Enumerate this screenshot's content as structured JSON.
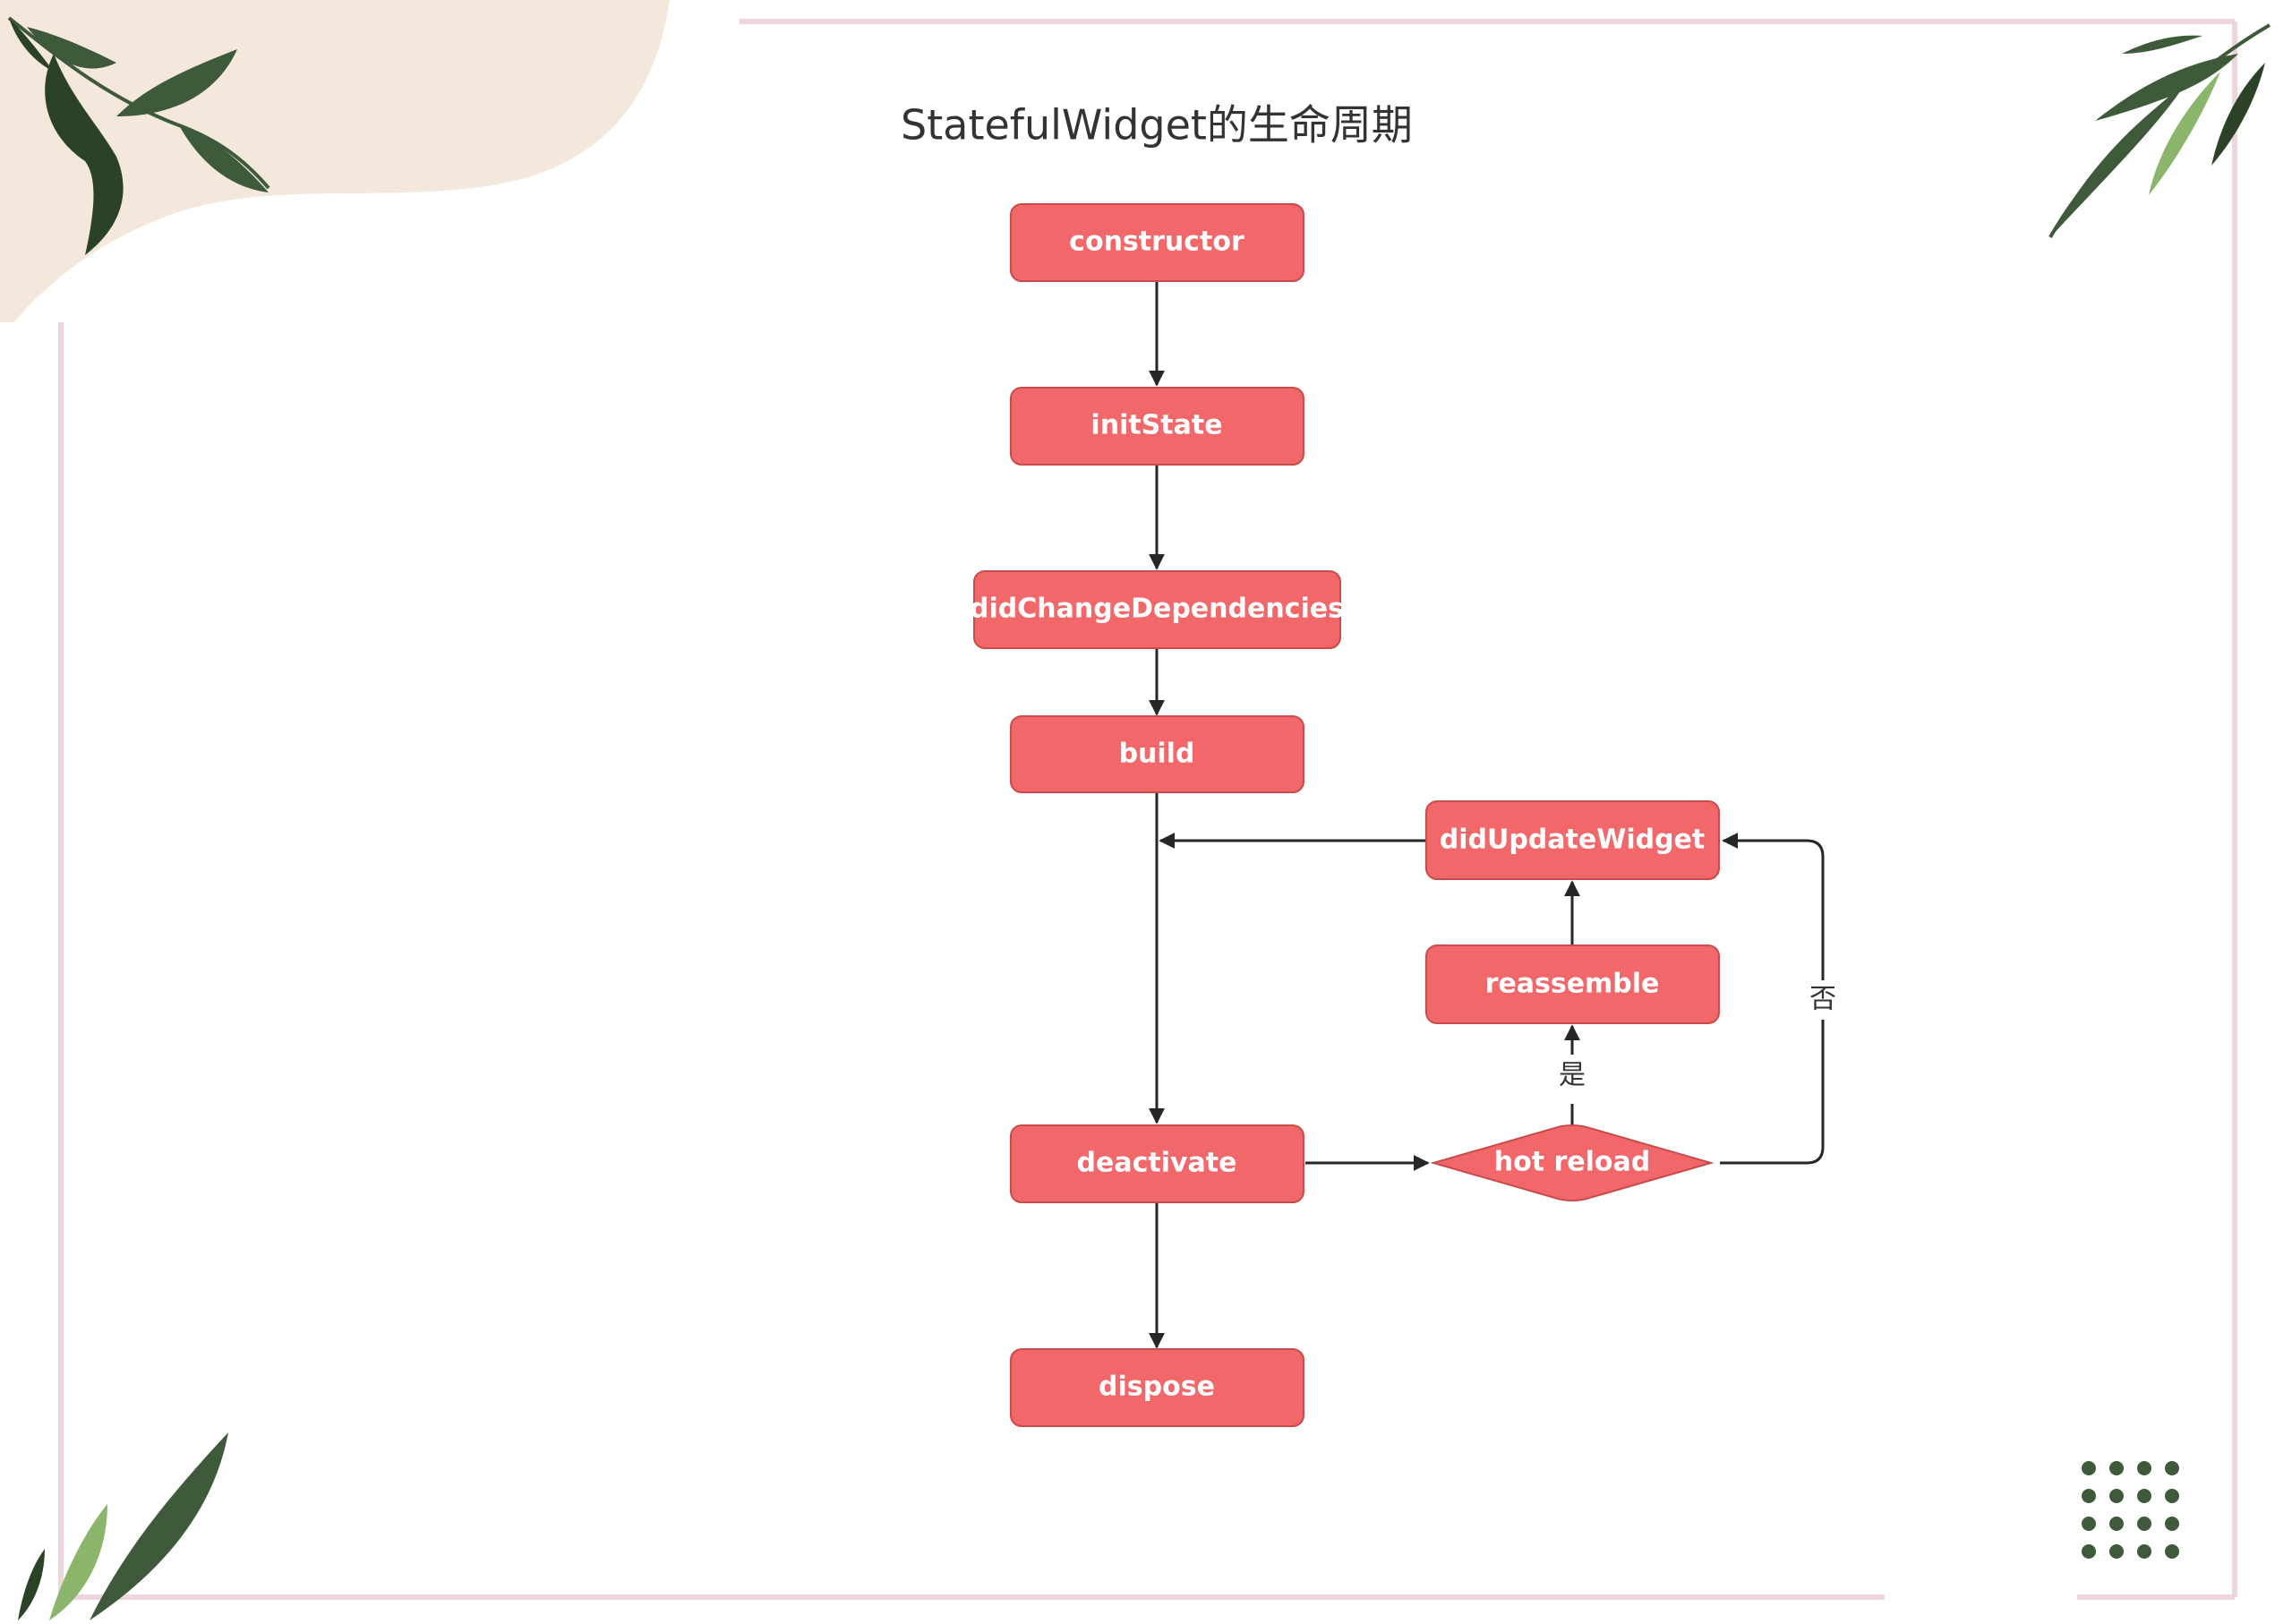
{
  "title": "StatefulWidget的生命周期",
  "colors": {
    "node_fill": "#f2676a",
    "node_stroke": "#c94b4b",
    "edge": "#262626",
    "frame": "#ecd6da",
    "blob": "#f4e8dc",
    "leaf_dark": "#3e5a3a",
    "leaf_light": "#8ab56b",
    "dots": "#3e5a3a"
  },
  "nodes": {
    "constructor": "constructor",
    "initState": "initState",
    "didChangeDependencies": "didChangeDependencies",
    "build": "build",
    "didUpdateWidget": "didUpdateWidget",
    "reassemble": "reassemble",
    "hotReload": "hot reload",
    "deactivate": "deactivate",
    "dispose": "dispose"
  },
  "edge_labels": {
    "yes": "是",
    "no": "否"
  },
  "icons": {
    "leaf_top_left": "leaf-branch-icon",
    "leaf_top_right": "leaf-branch-icon",
    "leaf_bottom_left": "leaf-branch-icon",
    "dots": "dot-grid-icon"
  }
}
